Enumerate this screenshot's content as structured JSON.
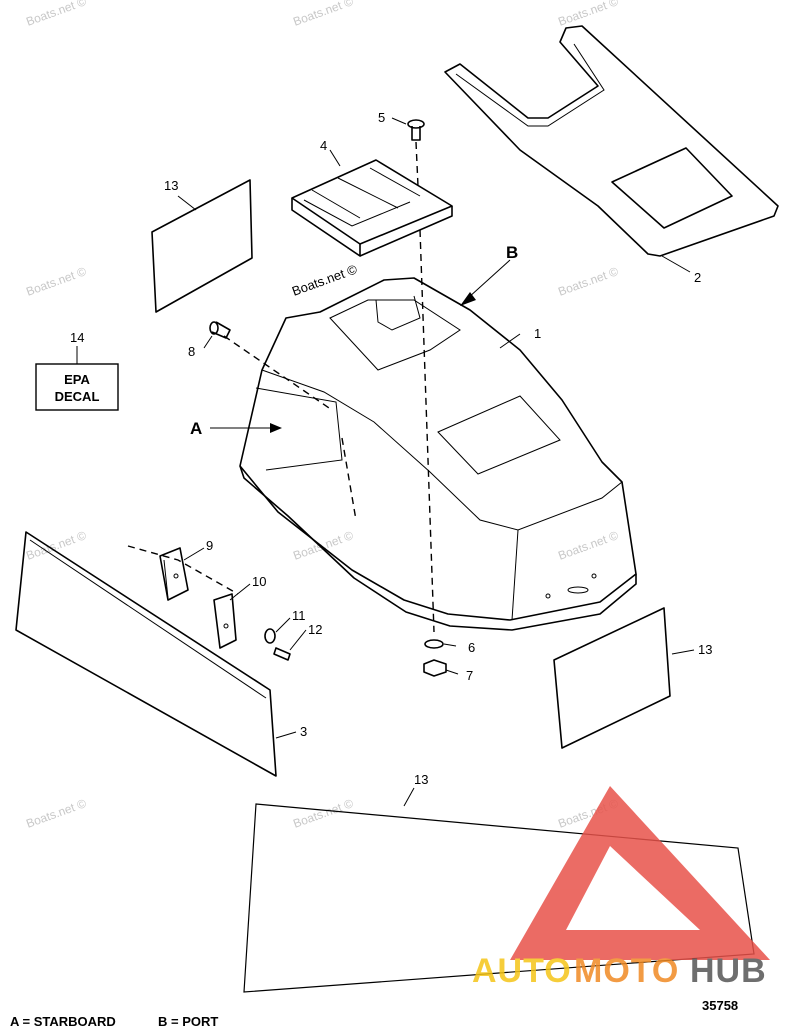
{
  "watermark": "Boats.net ©",
  "callouts": {
    "c1": "1",
    "c2": "2",
    "c3": "3",
    "c4": "4",
    "c5": "5",
    "c6": "6",
    "c7": "7",
    "c8": "8",
    "c9": "9",
    "c10": "10",
    "c11": "11",
    "c12": "12",
    "c13a": "13",
    "c13b": "13",
    "c13c": "13",
    "c14": "14"
  },
  "view_labels": {
    "a": "A",
    "b": "B"
  },
  "epa_decal": {
    "line1": "EPA",
    "line2": "DECAL"
  },
  "legend": {
    "starboard": "A = STARBOARD",
    "port": "B = PORT"
  },
  "drawing_number": "35758",
  "brand_logo": {
    "auto": "AUTO",
    "moto": "MOTO",
    "hub": "HUB",
    "colors": {
      "auto": "#f5c518",
      "moto": "#f08a24",
      "hub": "#555555",
      "triangle": "#e8524a"
    }
  }
}
